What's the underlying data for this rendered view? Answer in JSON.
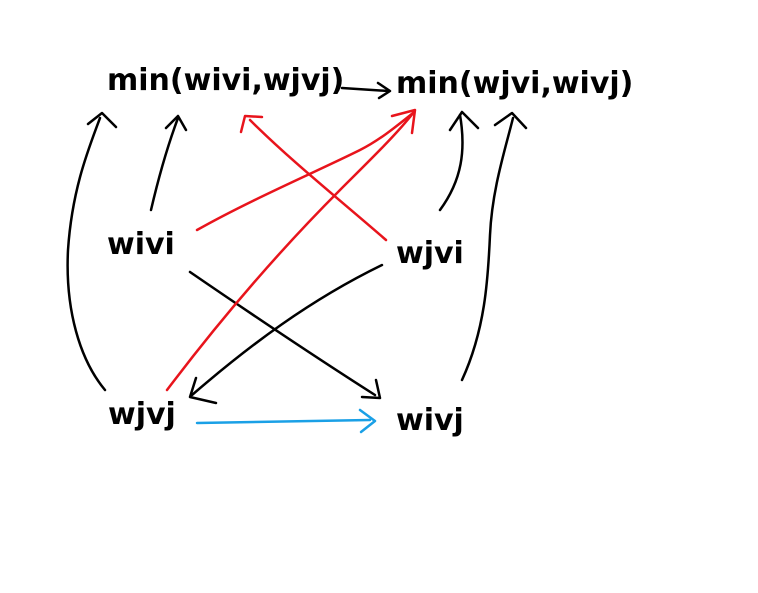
{
  "labels": {
    "min_left": "min(wivi,wjvj)",
    "min_right": "min(wjvi,wivj)",
    "wivi": "wivi",
    "wjvi": "wjvi",
    "wjvj": "wjvj",
    "wivj": "wivj"
  },
  "colors": {
    "black_stroke": "#000000",
    "red_stroke": "#e8141c",
    "blue_stroke": "#1aa0e6"
  }
}
